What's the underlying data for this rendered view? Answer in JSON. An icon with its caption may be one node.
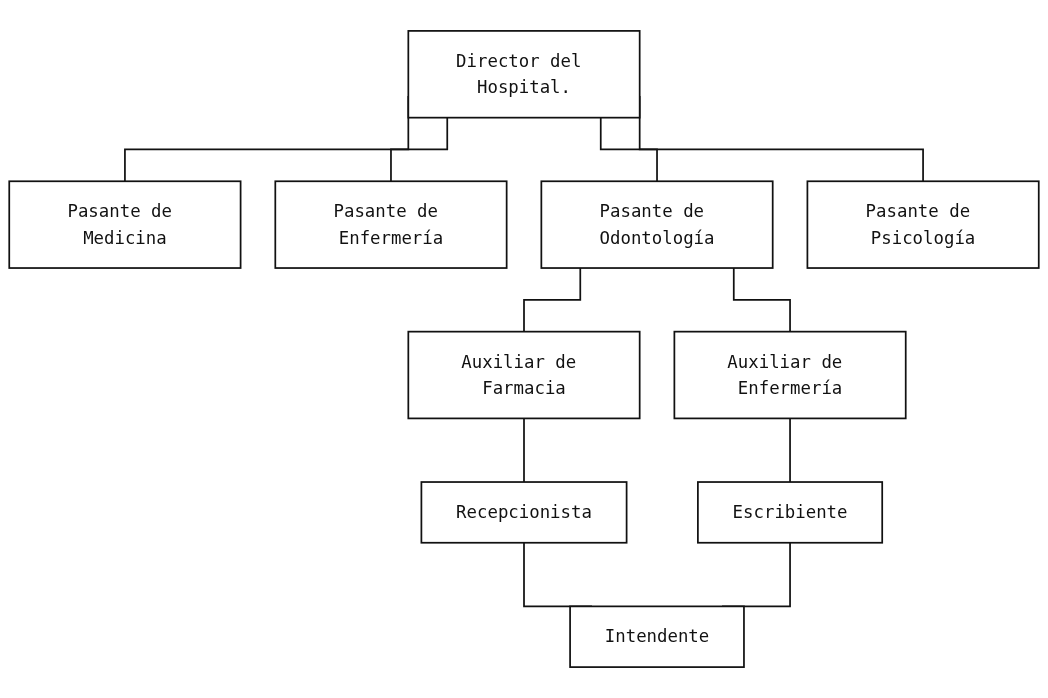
{
  "diagram": {
    "nodes": [
      {
        "text": [
          "Director del Hospital."
        ]
      },
      {
        "text": [
          "Pasante de Medicina"
        ]
      },
      {
        "text": [
          "Pasante de Enfermería"
        ]
      },
      {
        "text": [
          "Pasante de Odontología"
        ]
      },
      {
        "text": [
          "Pasante de Psicología"
        ]
      },
      {
        "text": [
          "Auxiliar de Farmacia"
        ]
      },
      {
        "text": [
          "Auxiliar de Enfermería"
        ]
      },
      {
        "text": [
          "Recepcionista"
        ]
      },
      {
        "text": [
          "Escribiente"
        ]
      },
      {
        "text": [
          "Intendente"
        ]
      }
    ],
    "edges": [
      {
        "from": 0,
        "to": 1,
        "arrow": "none"
      },
      {
        "from": 0,
        "to": 2,
        "arrow": "none"
      },
      {
        "from": 0,
        "to": 3,
        "arrow": "none"
      },
      {
        "from": 0,
        "to": 4,
        "arrow": "none"
      },
      {
        "from": 3,
        "to": 5,
        "arrow": "none"
      },
      {
        "from": 3,
        "to": 6,
        "arrow": "none"
      },
      {
        "from": 5,
        "to": 7,
        "arrow": "none"
      },
      {
        "from": 6,
        "to": 8,
        "arrow": "none"
      },
      {
        "from": 7,
        "to": 9,
        "arrow": "none"
      },
      {
        "from": 8,
        "to": 9,
        "arrow": "none"
      }
    ]
  }
}
